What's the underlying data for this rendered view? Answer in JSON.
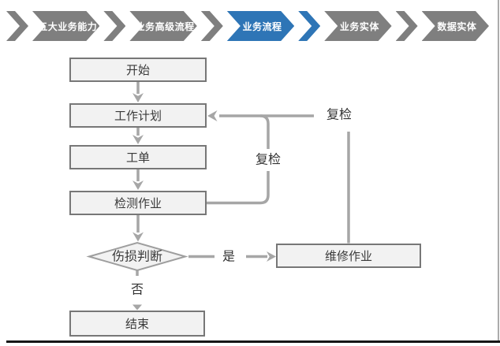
{
  "breadcrumb": {
    "active_color": "#2E75B6",
    "inactive_color": "#7f7f7f",
    "text_color": "#ffffff",
    "items": [
      {
        "label": "五大业务能力",
        "active": false
      },
      {
        "label": "业务高级流程",
        "active": false
      },
      {
        "label": "业务流程",
        "active": true
      },
      {
        "label": "业务实体",
        "active": false
      },
      {
        "label": "数据实体",
        "active": false
      }
    ]
  },
  "flowchart": {
    "nodes": {
      "start": "开始",
      "work_plan": "工作计划",
      "work_order": "工单",
      "inspection": "检测作业",
      "damage_decision": "伤损判断",
      "repair": "维修作业",
      "end": "结束"
    },
    "labels": {
      "recheck_inner": "复检",
      "recheck_outer": "复检",
      "yes": "是",
      "no": "否"
    },
    "colors": {
      "node_fill": "#f2f2f2",
      "node_border": "#777777",
      "diamond_border": "#9e9e9e",
      "line": "#a6a6a6",
      "text": "#3a3a3a"
    }
  }
}
